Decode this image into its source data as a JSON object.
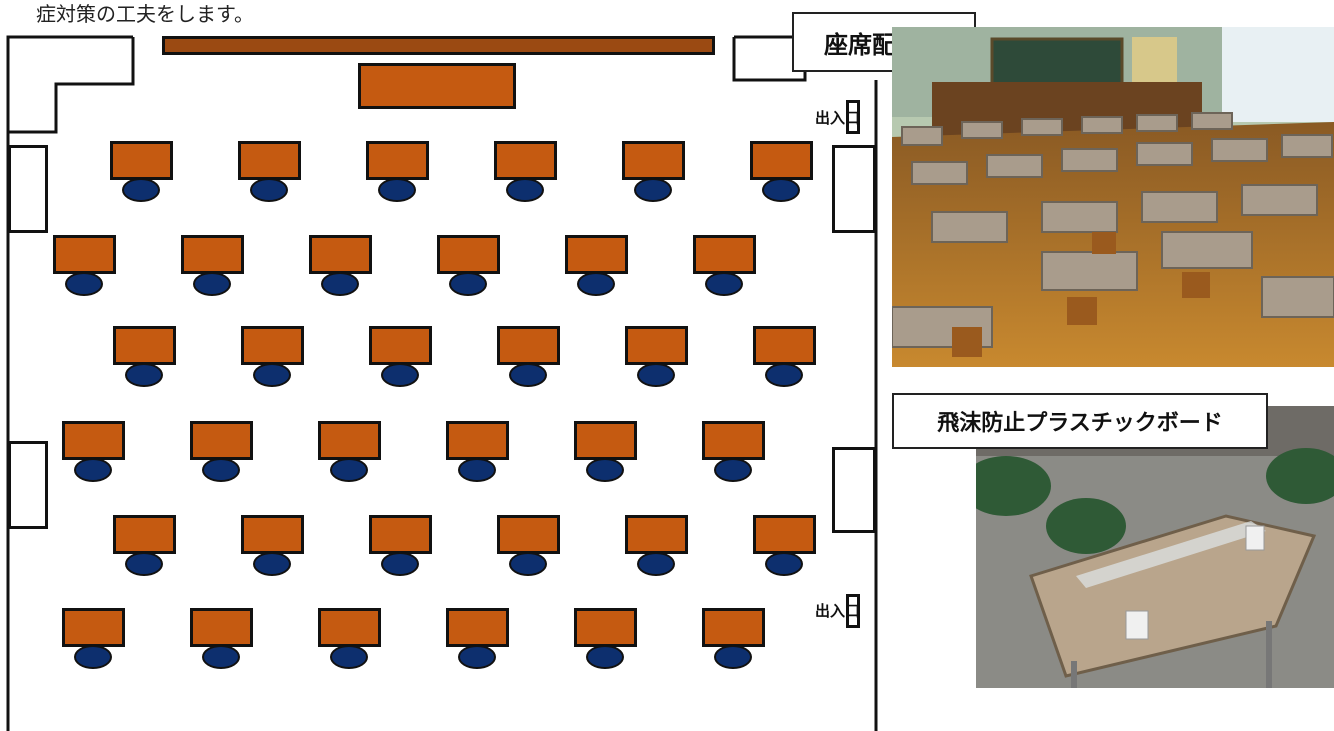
{
  "intro_text": "症対策の工夫をします。",
  "labels": {
    "seating": "座席配置例",
    "shield": "飛沫防止プラスチックボード",
    "door_top": "出入口",
    "door_bottom": "出入口"
  },
  "colors": {
    "desk": "#c55a11",
    "chair": "#0d2f6e",
    "blackboard": "#9b4a12"
  },
  "photos": [
    "classroom-desks-photo",
    "desk-with-plastic-shield-photo"
  ]
}
